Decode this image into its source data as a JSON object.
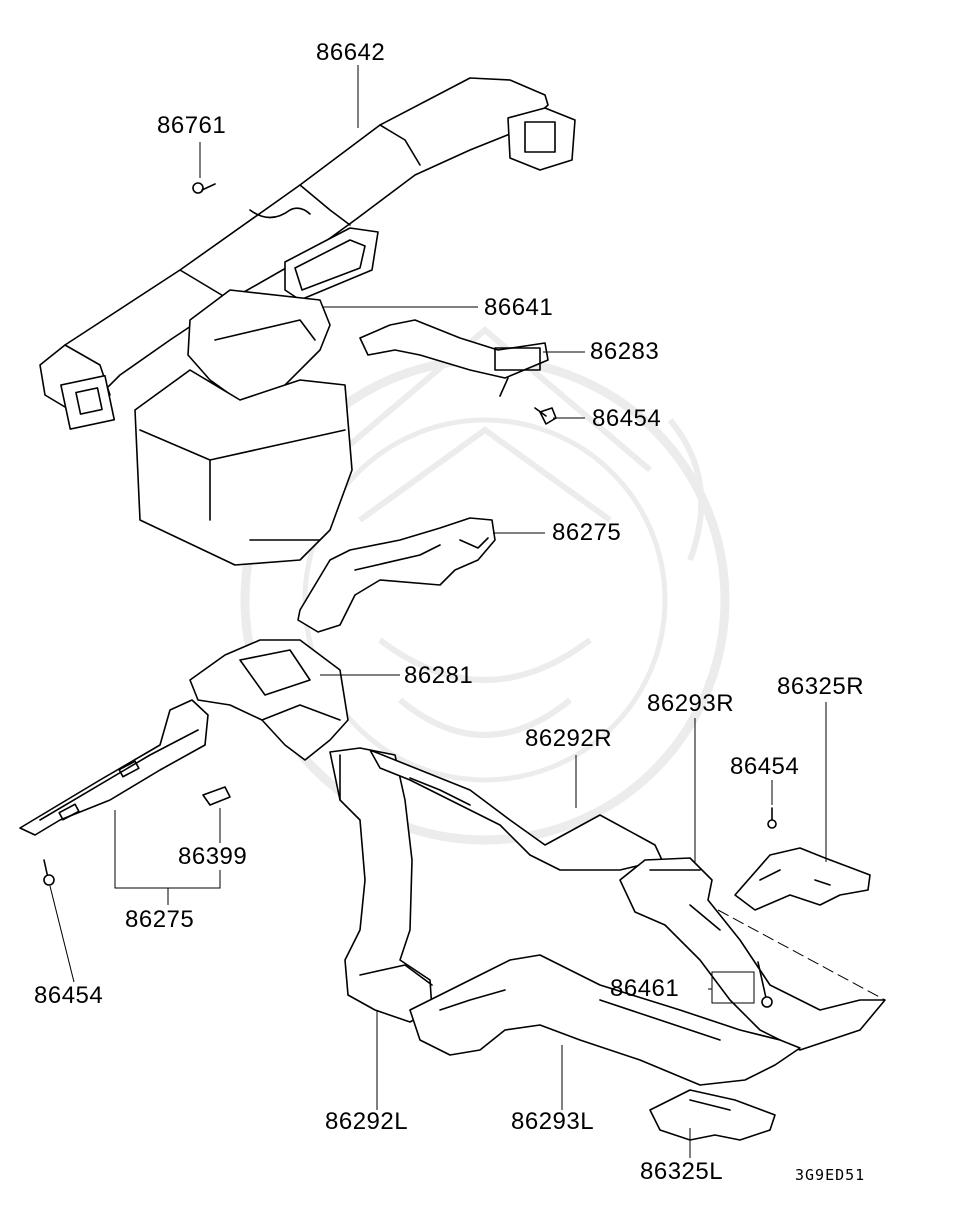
{
  "diagram": {
    "labels": {
      "p86642": "86642",
      "p86761": "86761",
      "p86641": "86641",
      "p86283": "86283",
      "p86454_a": "86454",
      "p86275_a": "86275",
      "p86281": "86281",
      "p86293R": "86293R",
      "p86325R": "86325R",
      "p86292R": "86292R",
      "p86454_b": "86454",
      "p86399": "86399",
      "p86275_b": "86275",
      "p86454_c": "86454",
      "p86461": "86461",
      "p86292L": "86292L",
      "p86293L": "86293L",
      "p86325L": "86325L"
    },
    "figure_code": "3G9ED51",
    "watermark": "samurai-mask-logo"
  }
}
